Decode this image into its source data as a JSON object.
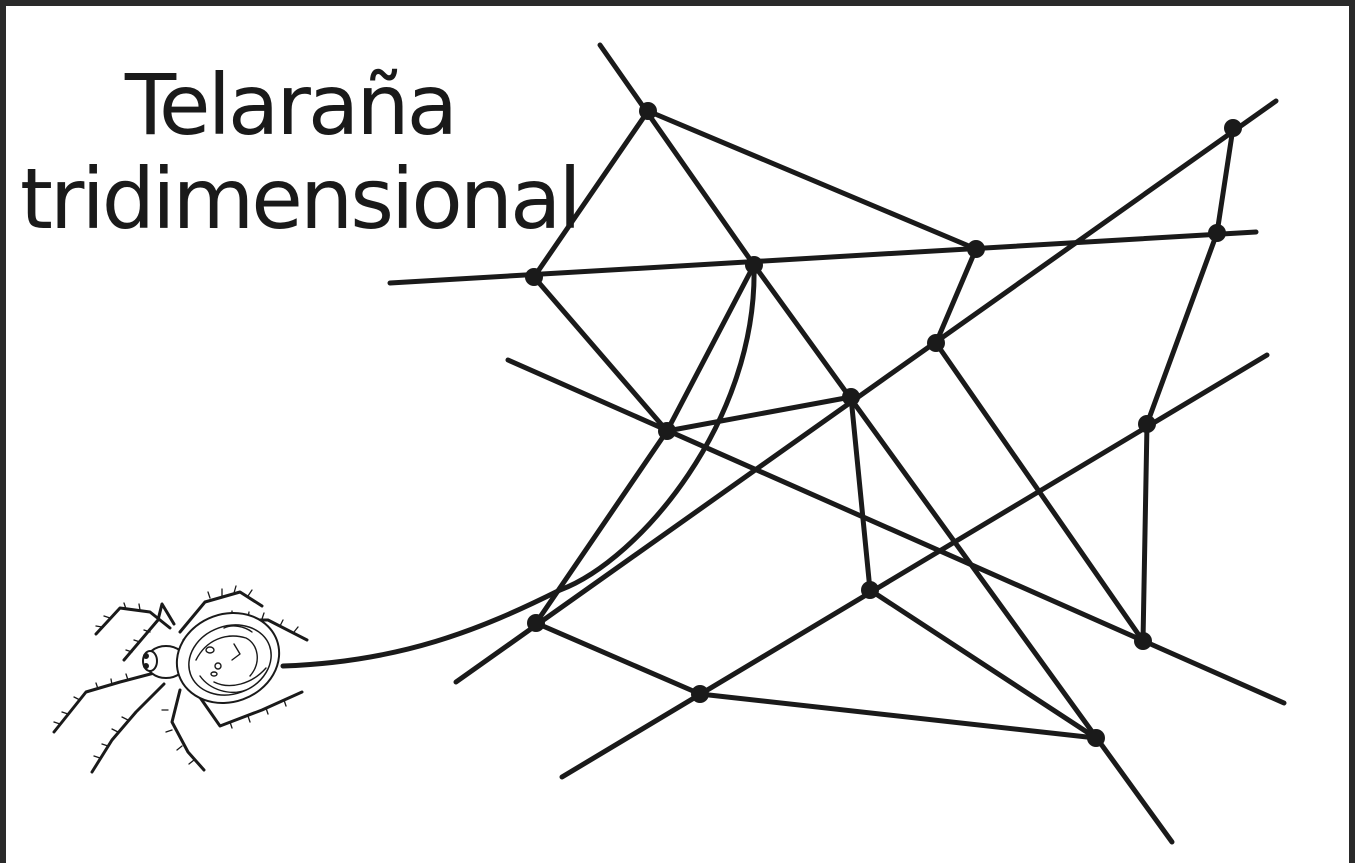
{
  "title": {
    "line1": "Telaraña",
    "line2": "tridimensional"
  },
  "colors": {
    "ink": "#1a1a1a",
    "frame": "#2a2a2a",
    "background": "#ffffff"
  },
  "illustration": {
    "subject": "spider",
    "structure": "web-of-straight-threads-with-junction-knots"
  }
}
